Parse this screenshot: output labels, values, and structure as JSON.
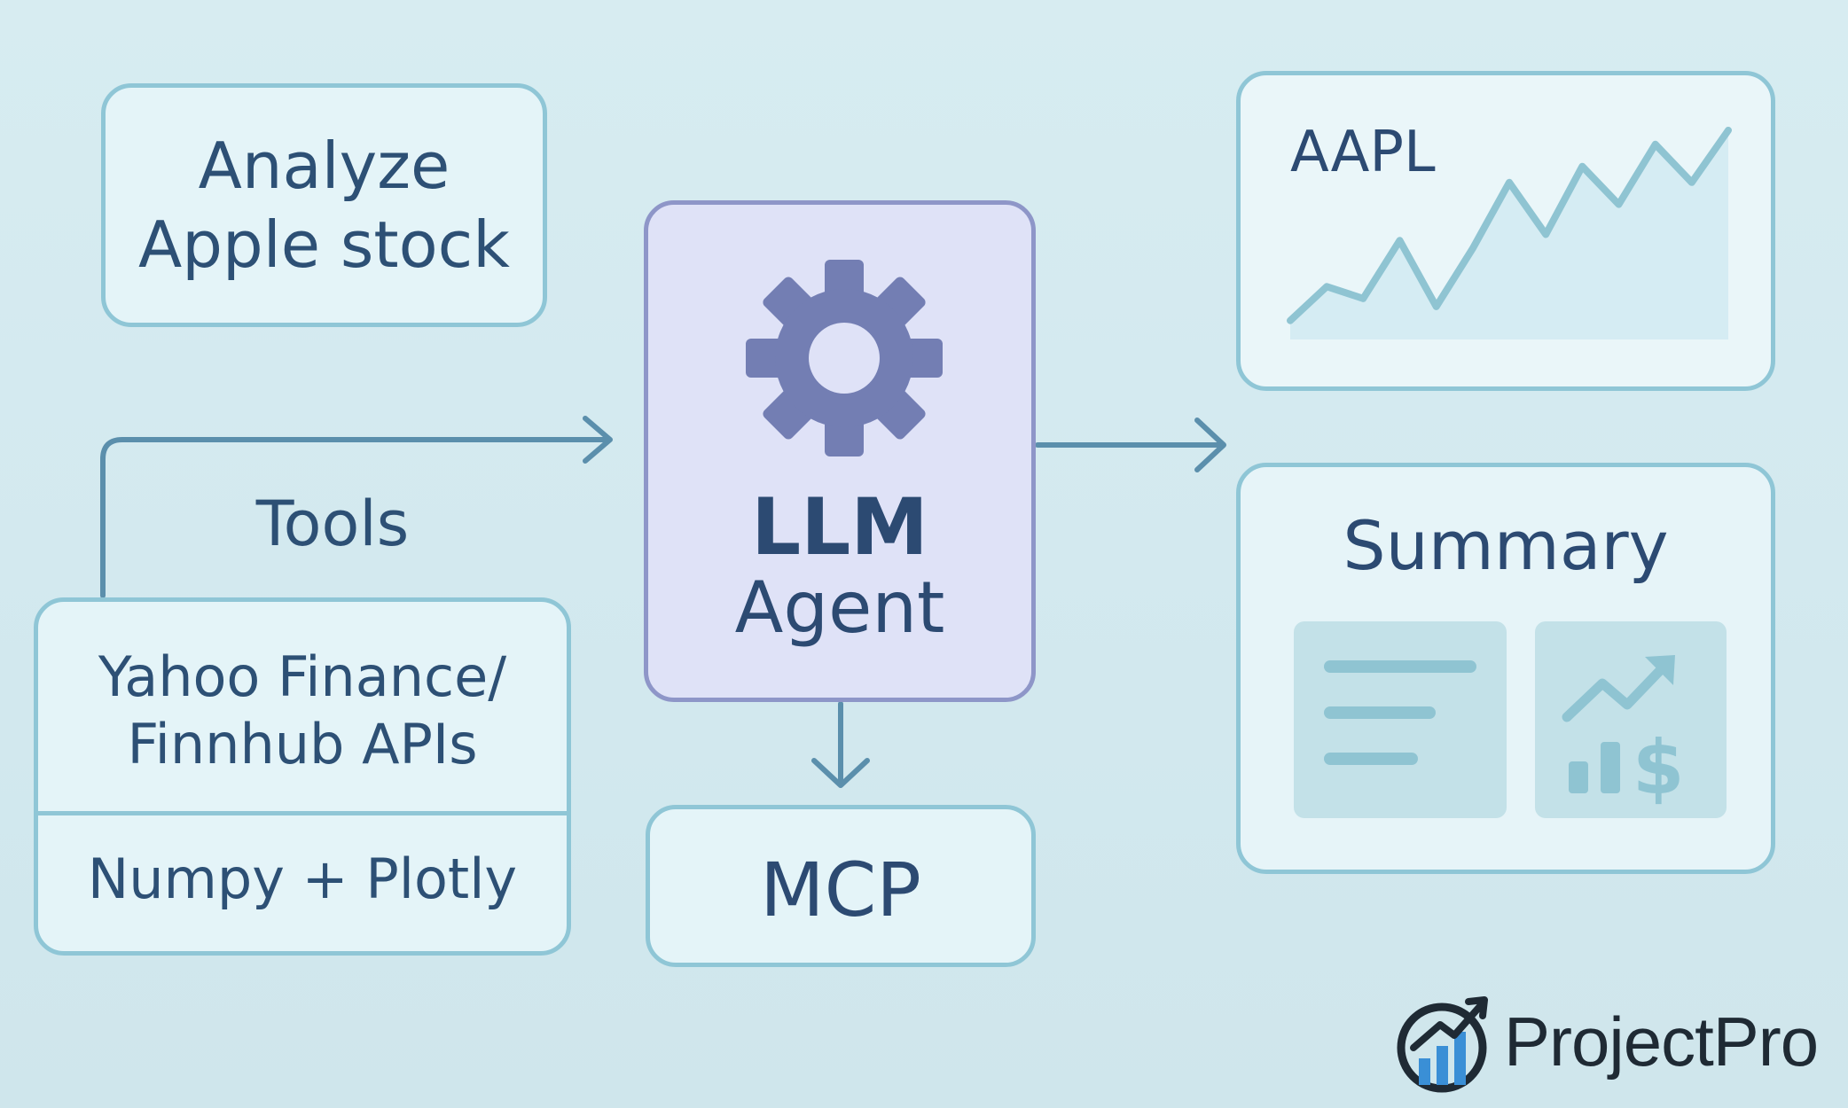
{
  "query": {
    "lines": [
      "Analyze",
      "Apple stock"
    ]
  },
  "tools": {
    "label": "Tools",
    "apis": [
      "Yahoo Finance/",
      "Finnhub APIs"
    ],
    "libs": "Numpy + Plotly"
  },
  "agent": {
    "lines": [
      "LLM",
      "Agent"
    ],
    "icon": "gear-icon"
  },
  "mcp": {
    "label": "MCP"
  },
  "output_chart": {
    "title": "AAPL",
    "trend": [
      0.05,
      0.22,
      0.16,
      0.45,
      0.12,
      0.41,
      0.74,
      0.48,
      0.82,
      0.63,
      0.93,
      0.74,
      1.0
    ]
  },
  "summary": {
    "title": "Summary",
    "doc_icon": "document-lines-icon",
    "finance_icon": "finance-growth-icon"
  },
  "brand": {
    "name": "ProjectPro"
  },
  "colors": {
    "background": "#d5eaf0",
    "box_border": "#8fc6d6",
    "agent_fill": "#dfe2f7",
    "agent_border": "#8e96c8",
    "gear": "#737eb3",
    "arrow": "#5b8fac",
    "trend_line": "#8fc4d2",
    "text": "#2d5075"
  }
}
